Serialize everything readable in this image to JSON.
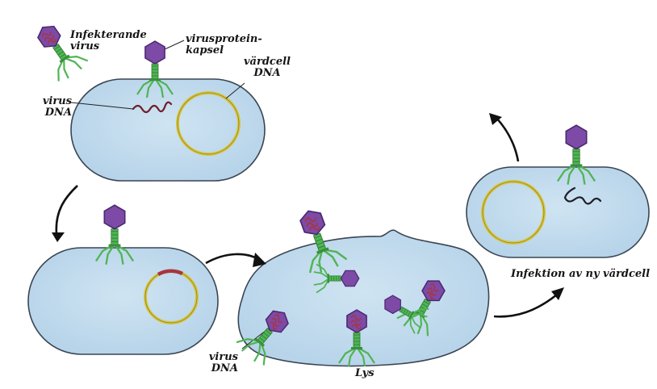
{
  "figure": {
    "title": "Bacteriophage lytic cycle",
    "colors": {
      "background": "#ffffff",
      "cell_fill": "#c2dcee",
      "cell_outline": "#3a4552",
      "dna_ring": "#d6c53c",
      "capsid": "#7d4aa6",
      "capsid_dark": "#4a2770",
      "phage_tail": "#4fb553",
      "viral_dna": "#a8353f",
      "arrow": "#111111"
    },
    "stages": [
      "attachment",
      "injection",
      "replication",
      "lysis",
      "new infection"
    ]
  },
  "labels": {
    "infecting_virus": {
      "line1": "Infekterande",
      "line2": "virus"
    },
    "virus_protein_capsule": {
      "line1": "virusprotein-",
      "line2": "kapsel"
    },
    "host_cell_dna": {
      "line1": "värdcell",
      "line2": "DNA"
    },
    "virus_dna_top": {
      "line1": "virus",
      "line2": "DNA"
    },
    "virus_dna_bottom": {
      "line1": "virus",
      "line2": "DNA"
    },
    "lysis": "Lys",
    "new_host_infection": "Infektion av ny värdcell"
  }
}
